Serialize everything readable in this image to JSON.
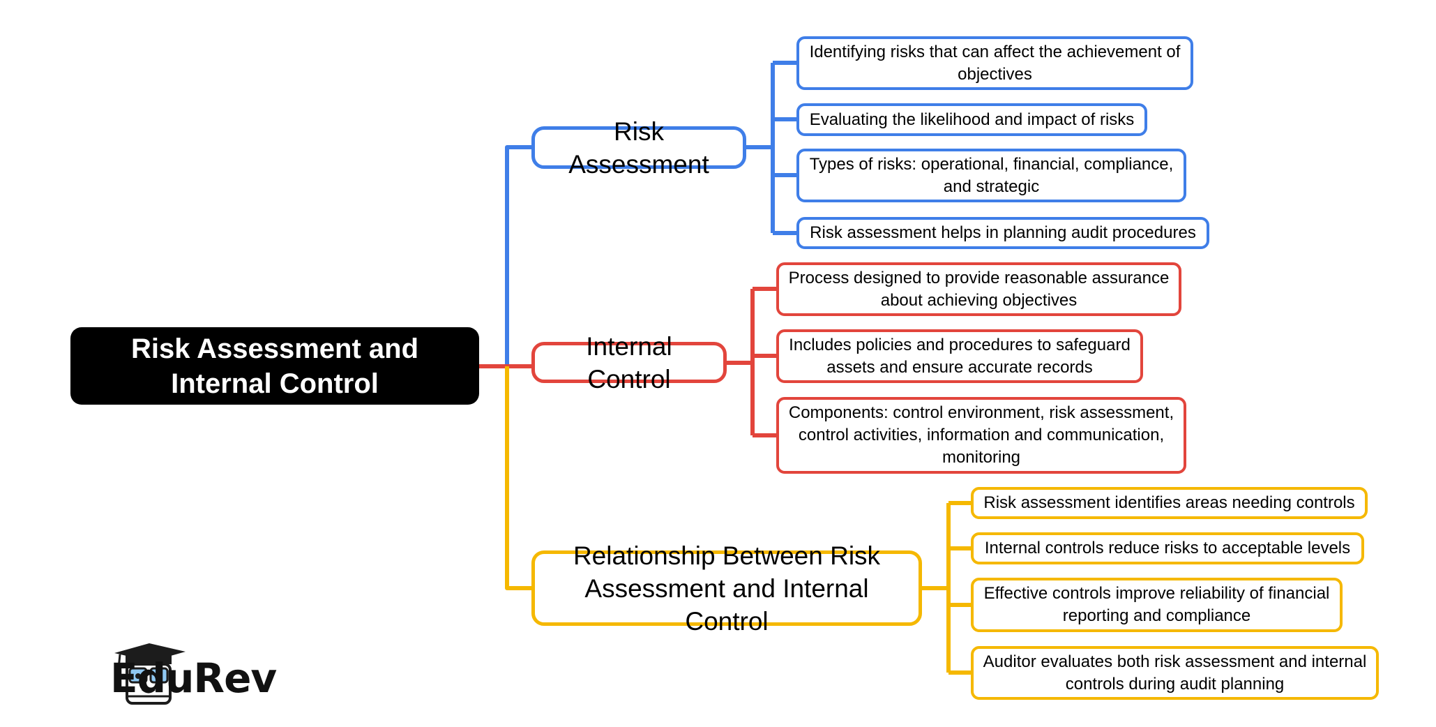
{
  "colors": {
    "blue": "#3f7ee8",
    "red": "#e2453c",
    "yellow": "#f5b800",
    "root_bg": "#000000"
  },
  "root": {
    "label": "Risk Assessment and Internal Control"
  },
  "branches": {
    "risk_assessment": {
      "label": "Risk Assessment",
      "items": [
        "Identifying risks that can affect the achievement of objectives",
        "Evaluating the likelihood and impact of risks",
        "Types of risks: operational, financial, compliance, and strategic",
        "Risk assessment helps in planning audit procedures"
      ]
    },
    "internal_control": {
      "label": "Internal Control",
      "items": [
        "Process designed to provide reasonable assurance about achieving objectives",
        "Includes policies and procedures to safeguard assets and ensure accurate records",
        "Components: control environment, risk assessment, control activities, information and communication, monitoring"
      ]
    },
    "relationship": {
      "label": "Relationship Between Risk Assessment and Internal Control",
      "items": [
        "Risk assessment identifies areas needing controls",
        "Internal controls reduce risks to acceptable levels",
        "Effective controls improve reliability of financial reporting and compliance",
        "Auditor evaluates both risk assessment and internal controls during audit planning"
      ]
    }
  },
  "logo": {
    "text": "EduRev",
    "icon": "graduation-cap-mascot-icon"
  }
}
